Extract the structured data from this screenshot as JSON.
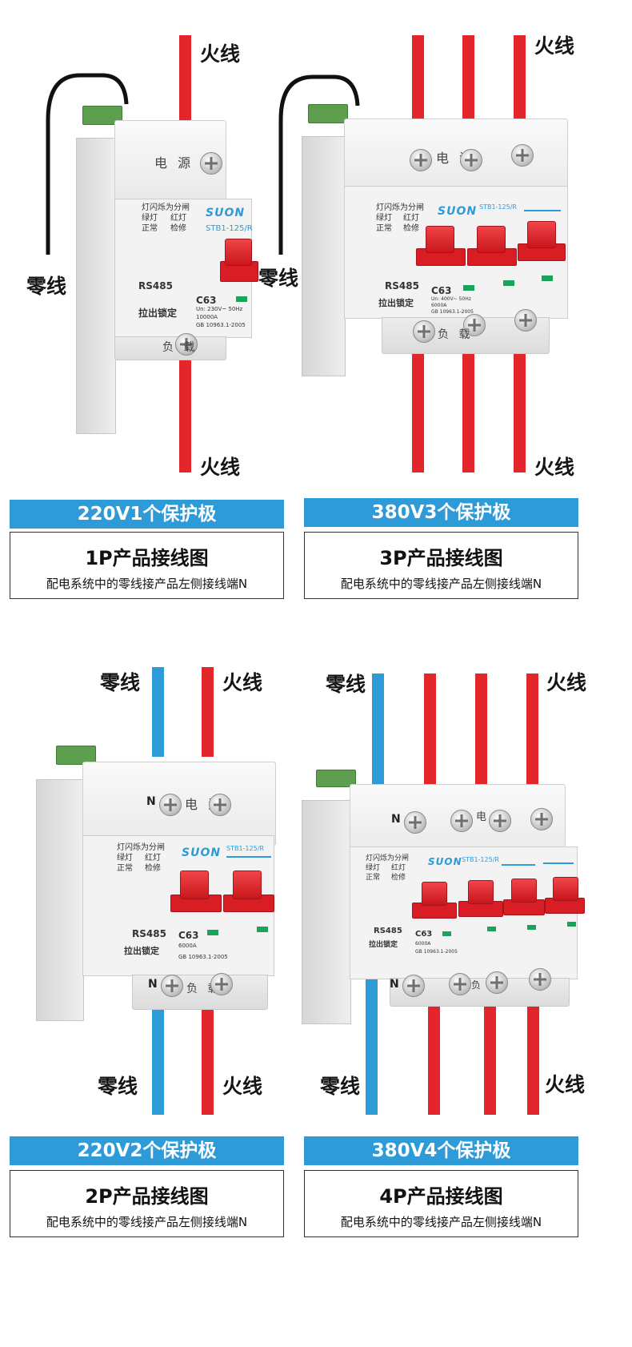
{
  "wire_labels": {
    "live": "火线",
    "neutral": "零线"
  },
  "breaker_labels": {
    "power": "电 源",
    "load": "负 载",
    "n_terminal": "N",
    "indicator_line1": "灯闪烁为分闸",
    "indicator_green": "绿灯",
    "indicator_normal": "正常",
    "indicator_red": "红灯",
    "indicator_check": "检修",
    "model": "STB1-125/R",
    "rs485": "RS485",
    "lock": "拉出锁定",
    "rating": "C63",
    "voltage_1p": "Un: 230V~ 50Hz",
    "voltage_3p": "Un: 400V~ 50Hz",
    "capacity_1p": "10000A",
    "capacity": "6000A",
    "standard": "GB 10963.1-2005",
    "logo": "SUON"
  },
  "colors": {
    "live_wire": "#e3262b",
    "neutral_wire": "#2e9bd8",
    "banner": "#2e9bd8"
  },
  "panels": [
    {
      "banner": "220V1个保护极",
      "title": "1P产品接线图",
      "desc": "配电系统中的零线接产品左侧接线端N"
    },
    {
      "banner": "380V3个保护极",
      "title": "3P产品接线图",
      "desc": "配电系统中的零线接产品左侧接线端N"
    },
    {
      "banner": "220V2个保护极",
      "title": "2P产品接线图",
      "desc": "配电系统中的零线接产品左侧接线端N"
    },
    {
      "banner": "380V4个保护极",
      "title": "4P产品接线图",
      "desc": "配电系统中的零线接产品左侧接线端N"
    }
  ]
}
